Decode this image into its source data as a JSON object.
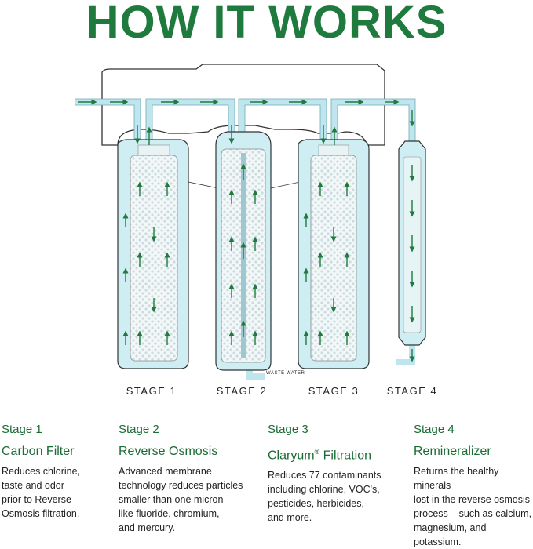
{
  "title": "HOW IT WORKS",
  "waste_label": "WASTE WATER",
  "colors": {
    "green": "#1f7a3d",
    "water": "#bfe6ee",
    "outline": "#333333"
  },
  "stages": [
    {
      "label": "STAGE 1",
      "num": "Stage 1",
      "name": "Carbon Filter",
      "name_sup": "",
      "name_rest": "",
      "desc": "Reduces chlorine,\ntaste and odor\nprior to Reverse\nOsmosis filtration."
    },
    {
      "label": "STAGE 2",
      "num": "Stage 2",
      "name": "Reverse Osmosis",
      "name_sup": "",
      "name_rest": "",
      "desc": "Advanced membrane\ntechnology reduces particles\nsmaller than one micron\nlike fluoride, chromium,\nand mercury."
    },
    {
      "label": "STAGE 3",
      "num": "Stage 3",
      "name": "Claryum",
      "name_sup": "®",
      "name_rest": " Filtration",
      "desc": "Reduces 77 contaminants\nincluding chlorine, VOC's,\npesticides, herbicides,\nand more."
    },
    {
      "label": "STAGE 4",
      "num": "Stage 4",
      "name": "Remineralizer",
      "name_sup": "",
      "name_rest": "",
      "desc": "Returns the healthy minerals\nlost in the reverse osmosis\nprocess – such as calcium,\nmagnesium, and potassium."
    }
  ]
}
